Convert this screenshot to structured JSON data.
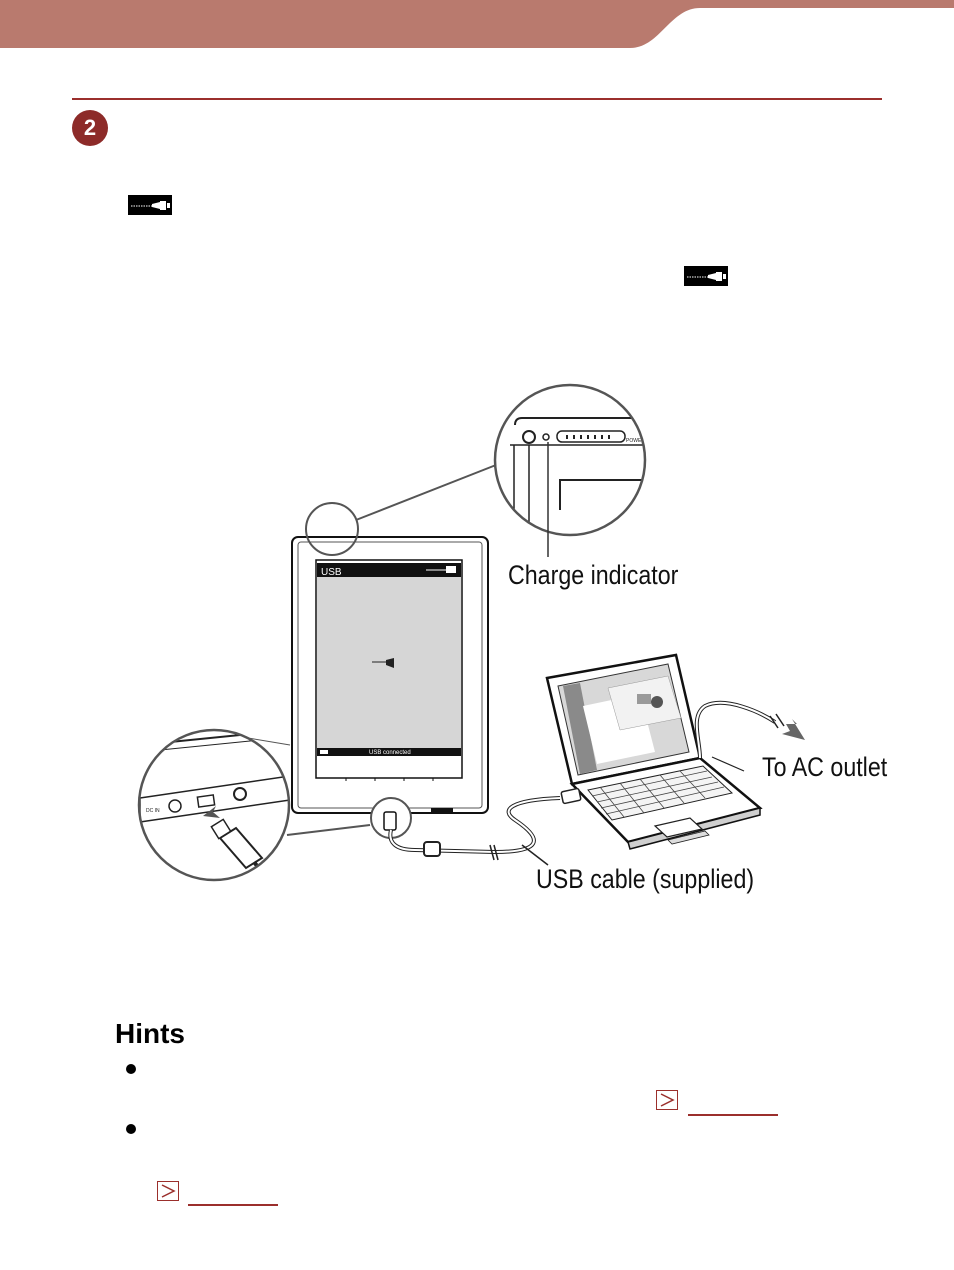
{
  "step": {
    "number": "2"
  },
  "illustration": {
    "labels": {
      "charge_indicator": "Charge indicator",
      "ac_outlet": "To AC outlet",
      "usb_cable": "USB cable (supplied)"
    },
    "device_screen": {
      "title": "USB",
      "status": "USB connected"
    }
  },
  "hints": {
    "heading": "Hints"
  },
  "icons": {
    "cable": "usb-cable-icon",
    "link": "arrow-link-icon"
  },
  "colors": {
    "banner": "#b97a6e",
    "accent": "#9b2f2c",
    "badge": "#8d2b29"
  }
}
